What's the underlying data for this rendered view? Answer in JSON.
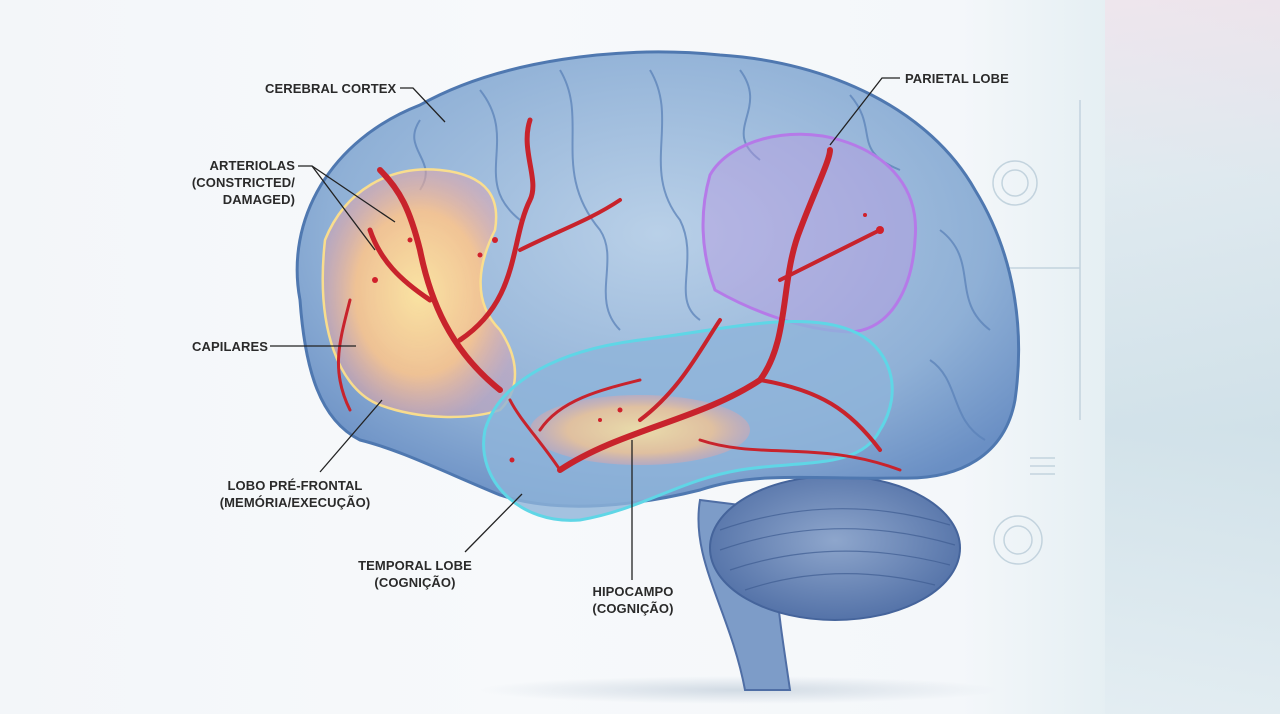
{
  "labels": {
    "cerebral_cortex": "CEREBRAL CORTEX",
    "parietal_lobe": "PARIETAL LOBE",
    "arteriolas": [
      "ARTERIOLAS",
      "(CONSTRICTED/",
      "DAMAGED)"
    ],
    "capilares": "CAPILARES",
    "lobo_pre_frontal": [
      "LOBO PRÉ-FRONTAL",
      "(MEMÓRIA/EXECUÇÃO)"
    ],
    "temporal_lobe": [
      "TEMPORAL LOBE",
      "(COGNIÇÃO)"
    ],
    "hipocampo": [
      "HIPOCAMPO",
      "(COGNIÇÃO)"
    ]
  },
  "colors": {
    "brain": "#7fa6cf",
    "brain_outline": "#4f78b0",
    "vessel": "#c8232c",
    "frontal_glow": "#ffd27a",
    "parietal_outline": "#b57ae8",
    "temporal_outline": "#5fd6e6"
  }
}
